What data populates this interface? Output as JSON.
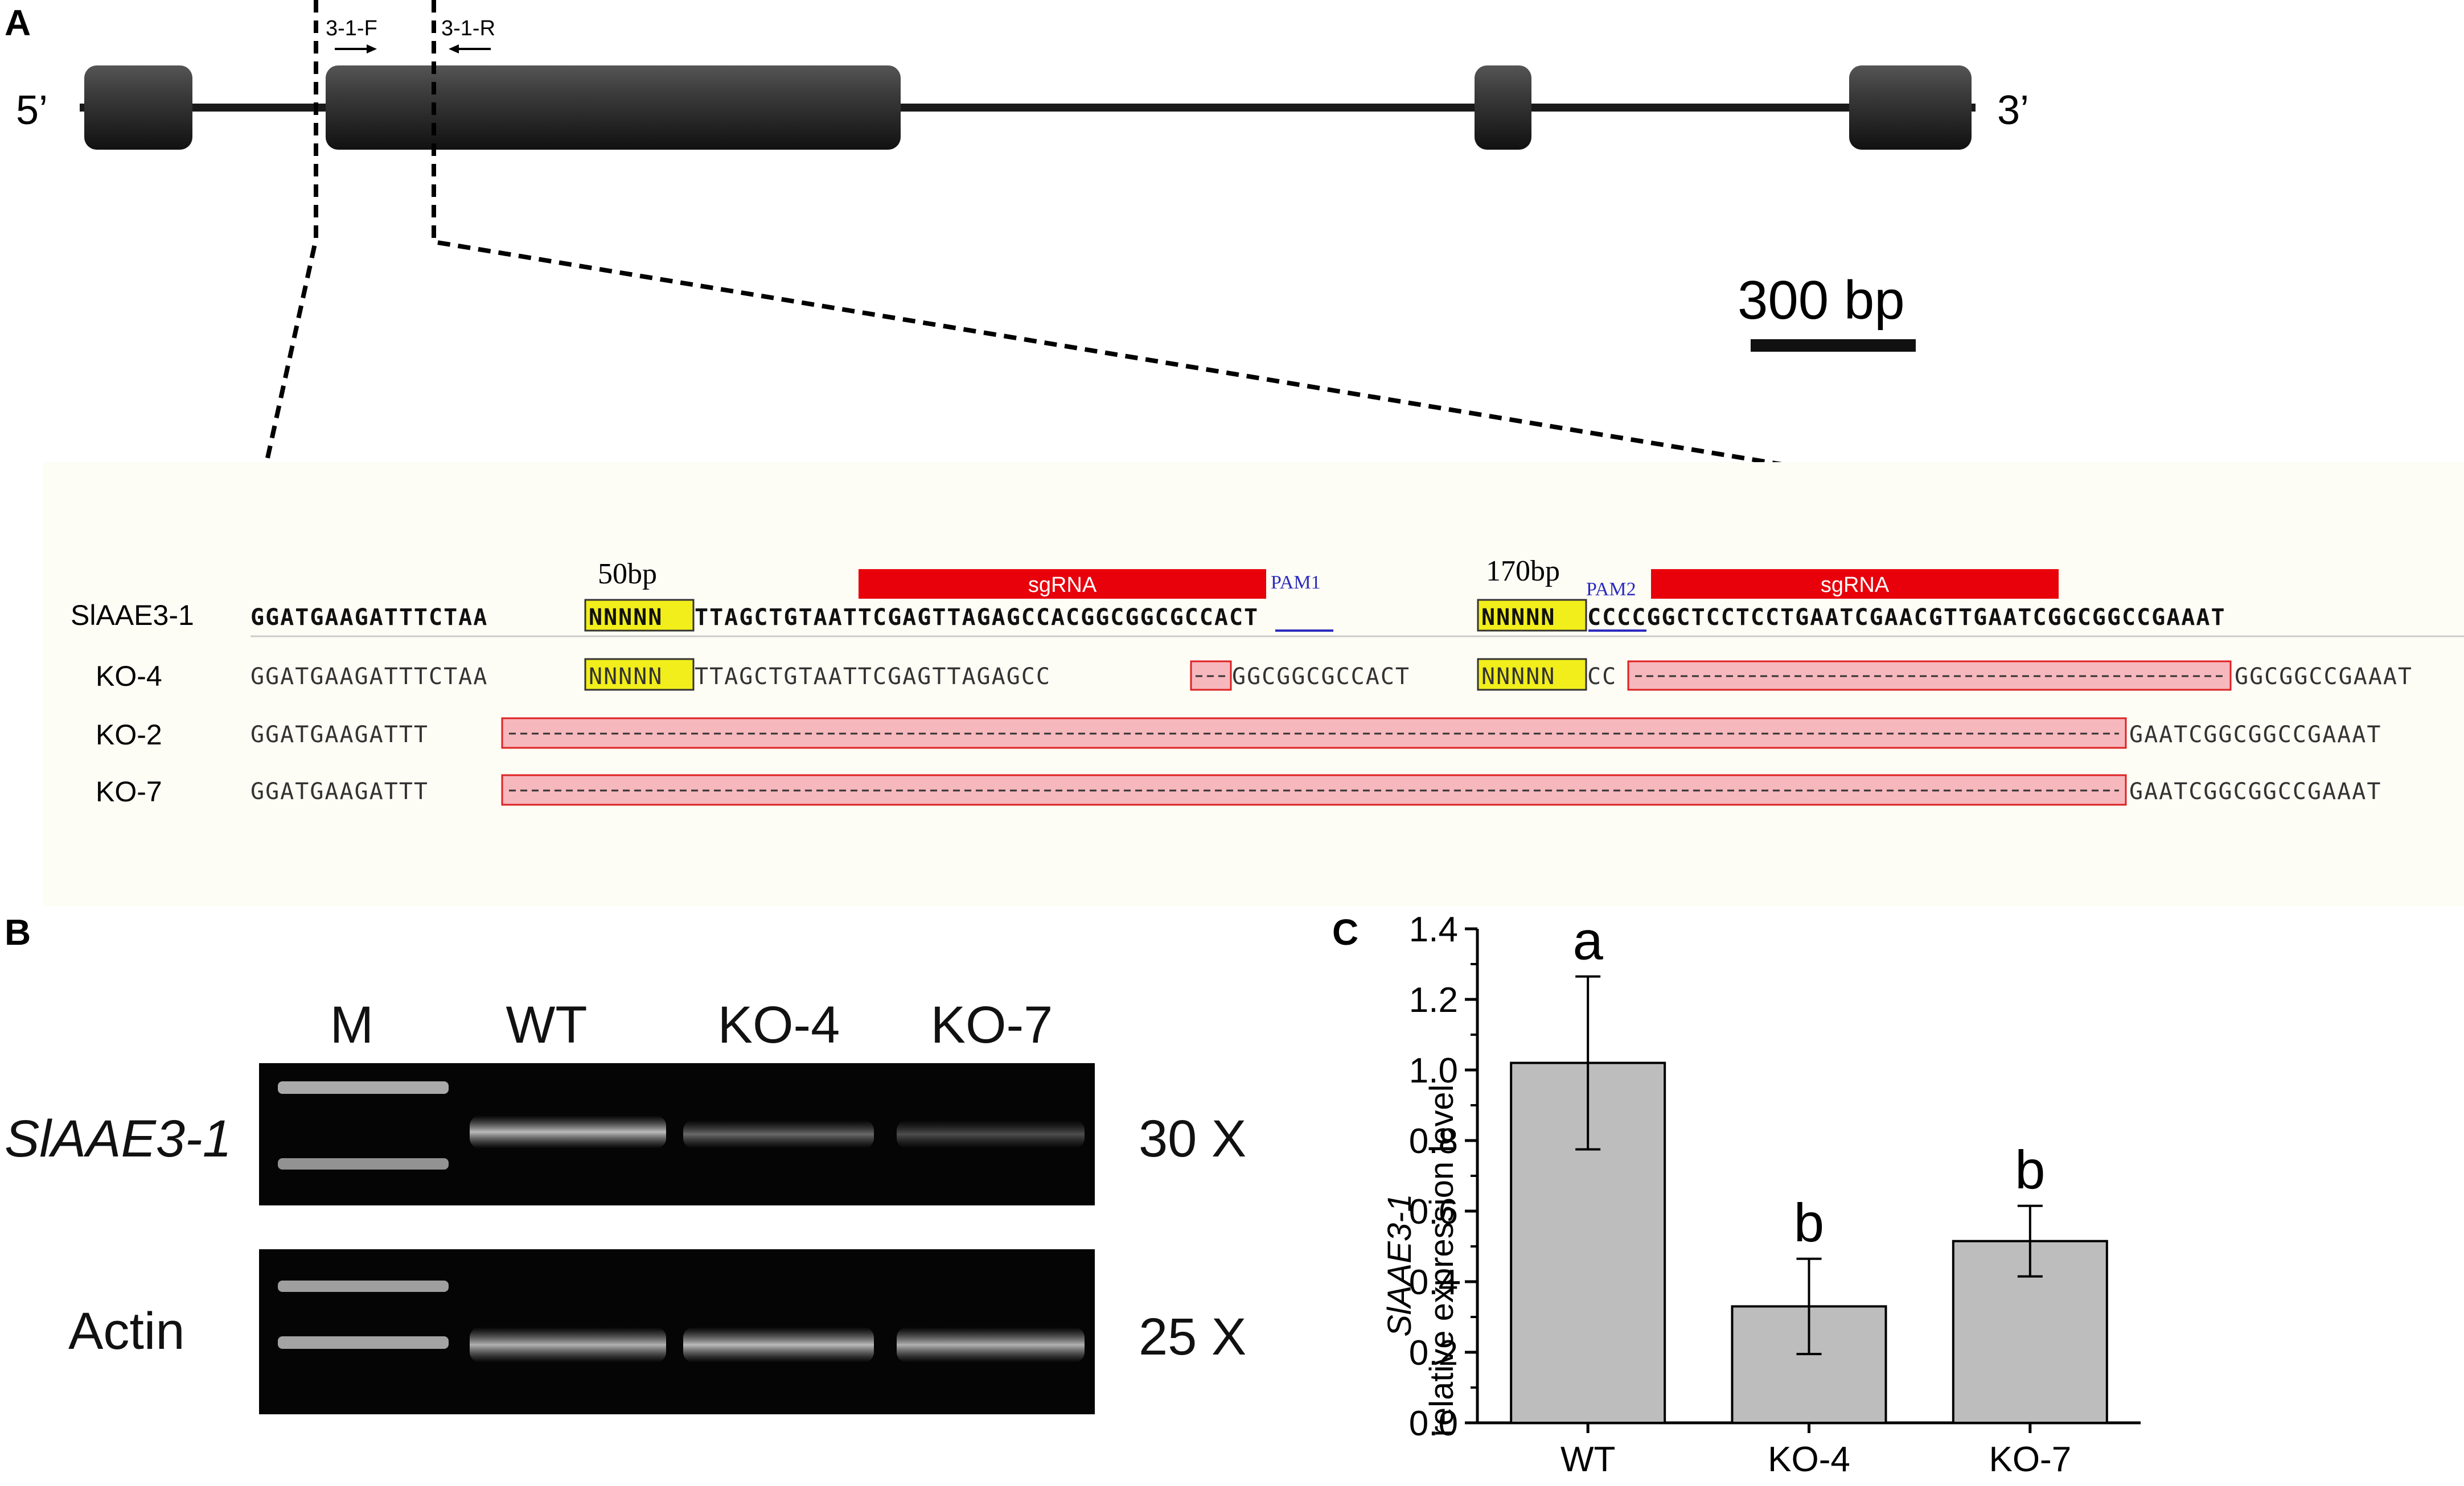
{
  "panels": {
    "a": "A",
    "b": "B",
    "c": "C"
  },
  "gene": {
    "five_prime": "5’",
    "three_prime": "3’",
    "primer_f": "3-1-F",
    "primer_r": "3-1-R",
    "scale_label": "300 bp"
  },
  "alignment": {
    "annotation_left": "50bp",
    "annotation_right": "170bp",
    "sgrna_label": "sgRNA",
    "pam1": "PAM1",
    "pam2": "PAM2",
    "rows": [
      {
        "label": "SlAAE3-1",
        "seq_a": "GGATGAAGATTTCTAA",
        "n1": "NNNNN",
        "seq_b": "TTAGCTGTAATTCGAGTTAGAGCCACGGCGGCGCCACT",
        "n2": "NNNNN",
        "seq_c": "CCCCGGCTCCTCCTGAATCGAACGTTGAATCGGCGGCCGAAAT"
      },
      {
        "label": "KO-4",
        "seq_a": "GGATGAAGATTTCTAA",
        "n1": "NNNNN",
        "seq_b": "TTAGCTGTAATTCGAGTTAGAGCC",
        "seq_b2": "GGCGGCGCCACT",
        "n2": "NNNNN",
        "seq_c": "CC",
        "seq_end": "GGCGGCCGAAAT"
      },
      {
        "label": "KO-2",
        "seq_a": "GGATGAAGATTT",
        "seq_end": "GAATCGGCGGCCGAAAT"
      },
      {
        "label": "KO-7",
        "seq_a": "GGATGAAGATTT",
        "seq_end": "GAATCGGCGGCCGAAAT"
      }
    ]
  },
  "gel": {
    "lanes": [
      "M",
      "WT",
      "KO-4",
      "KO-7"
    ],
    "gene_label": "SlAAE3-1",
    "control_label": "Actin",
    "cycles_top": "30 X",
    "cycles_bottom": "25 X"
  },
  "chart_data": {
    "type": "bar",
    "categories": [
      "WT",
      "KO-4",
      "KO-7"
    ],
    "values": [
      1.02,
      0.33,
      0.515
    ],
    "errors": [
      0.245,
      0.135,
      0.1
    ],
    "significance": [
      "a",
      "b",
      "b"
    ],
    "ylabel_gene": "SlAAE3-1",
    "ylabel": "relative expression level",
    "ylim": [
      0,
      1.4
    ],
    "yticks": [
      "0.0",
      "0.2",
      "0.4",
      "0.6",
      "0.8",
      "1.0",
      "1.2",
      "1.4"
    ],
    "bar_color": "#bdbdbd",
    "grid": false
  }
}
